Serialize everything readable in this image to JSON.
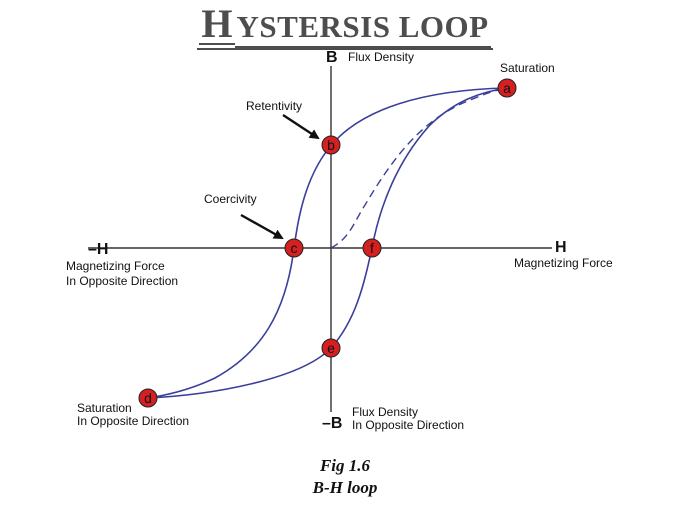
{
  "title": {
    "first": "H",
    "rest": "YSTERSIS LOOP"
  },
  "axes": {
    "b_label": "B",
    "b_desc": "Flux Density",
    "neg_b_label": "–B",
    "neg_b_desc_1": "Flux Density",
    "neg_b_desc_2": "In Opposite Direction",
    "h_label": "H",
    "h_desc": "Magnetizing Force",
    "neg_h_label": "–H",
    "neg_h_desc_1": "Magnetizing Force",
    "neg_h_desc_2": "In Opposite Direction"
  },
  "annotations": {
    "saturation": "Saturation",
    "saturation_opp_1": "Saturation",
    "saturation_opp_2": "In Opposite Direction",
    "retentivity": "Retentivity",
    "coercivity": "Coercivity"
  },
  "points": {
    "a": "a",
    "b": "b",
    "c": "c",
    "d": "d",
    "e": "e",
    "f": "f"
  },
  "colors": {
    "curve": "#3a3f9a",
    "point_fill": "#d42020",
    "axis": "#333333"
  },
  "caption": {
    "line1": "Fig 1.6",
    "line2": "B-H loop"
  }
}
